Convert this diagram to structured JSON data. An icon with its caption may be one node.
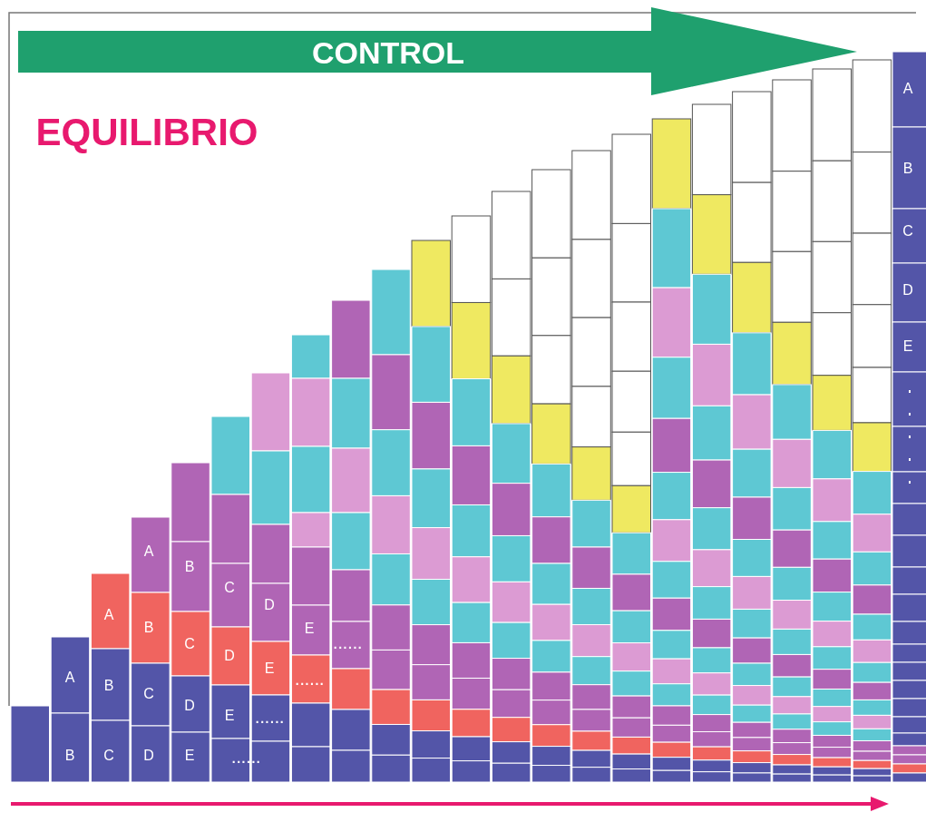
{
  "diagram": {
    "labels": [
      "CONTROL",
      "A",
      "EQUILIBRIO",
      "B",
      "C",
      "D",
      "E",
      "A",
      "B",
      "C",
      "D",
      "A",
      "B",
      "E",
      "......",
      "C",
      "D",
      "E",
      "A",
      "......",
      "B",
      "C",
      "D",
      "E",
      "......",
      "B",
      "C",
      "D",
      "E",
      "......"
    ]
  }
}
